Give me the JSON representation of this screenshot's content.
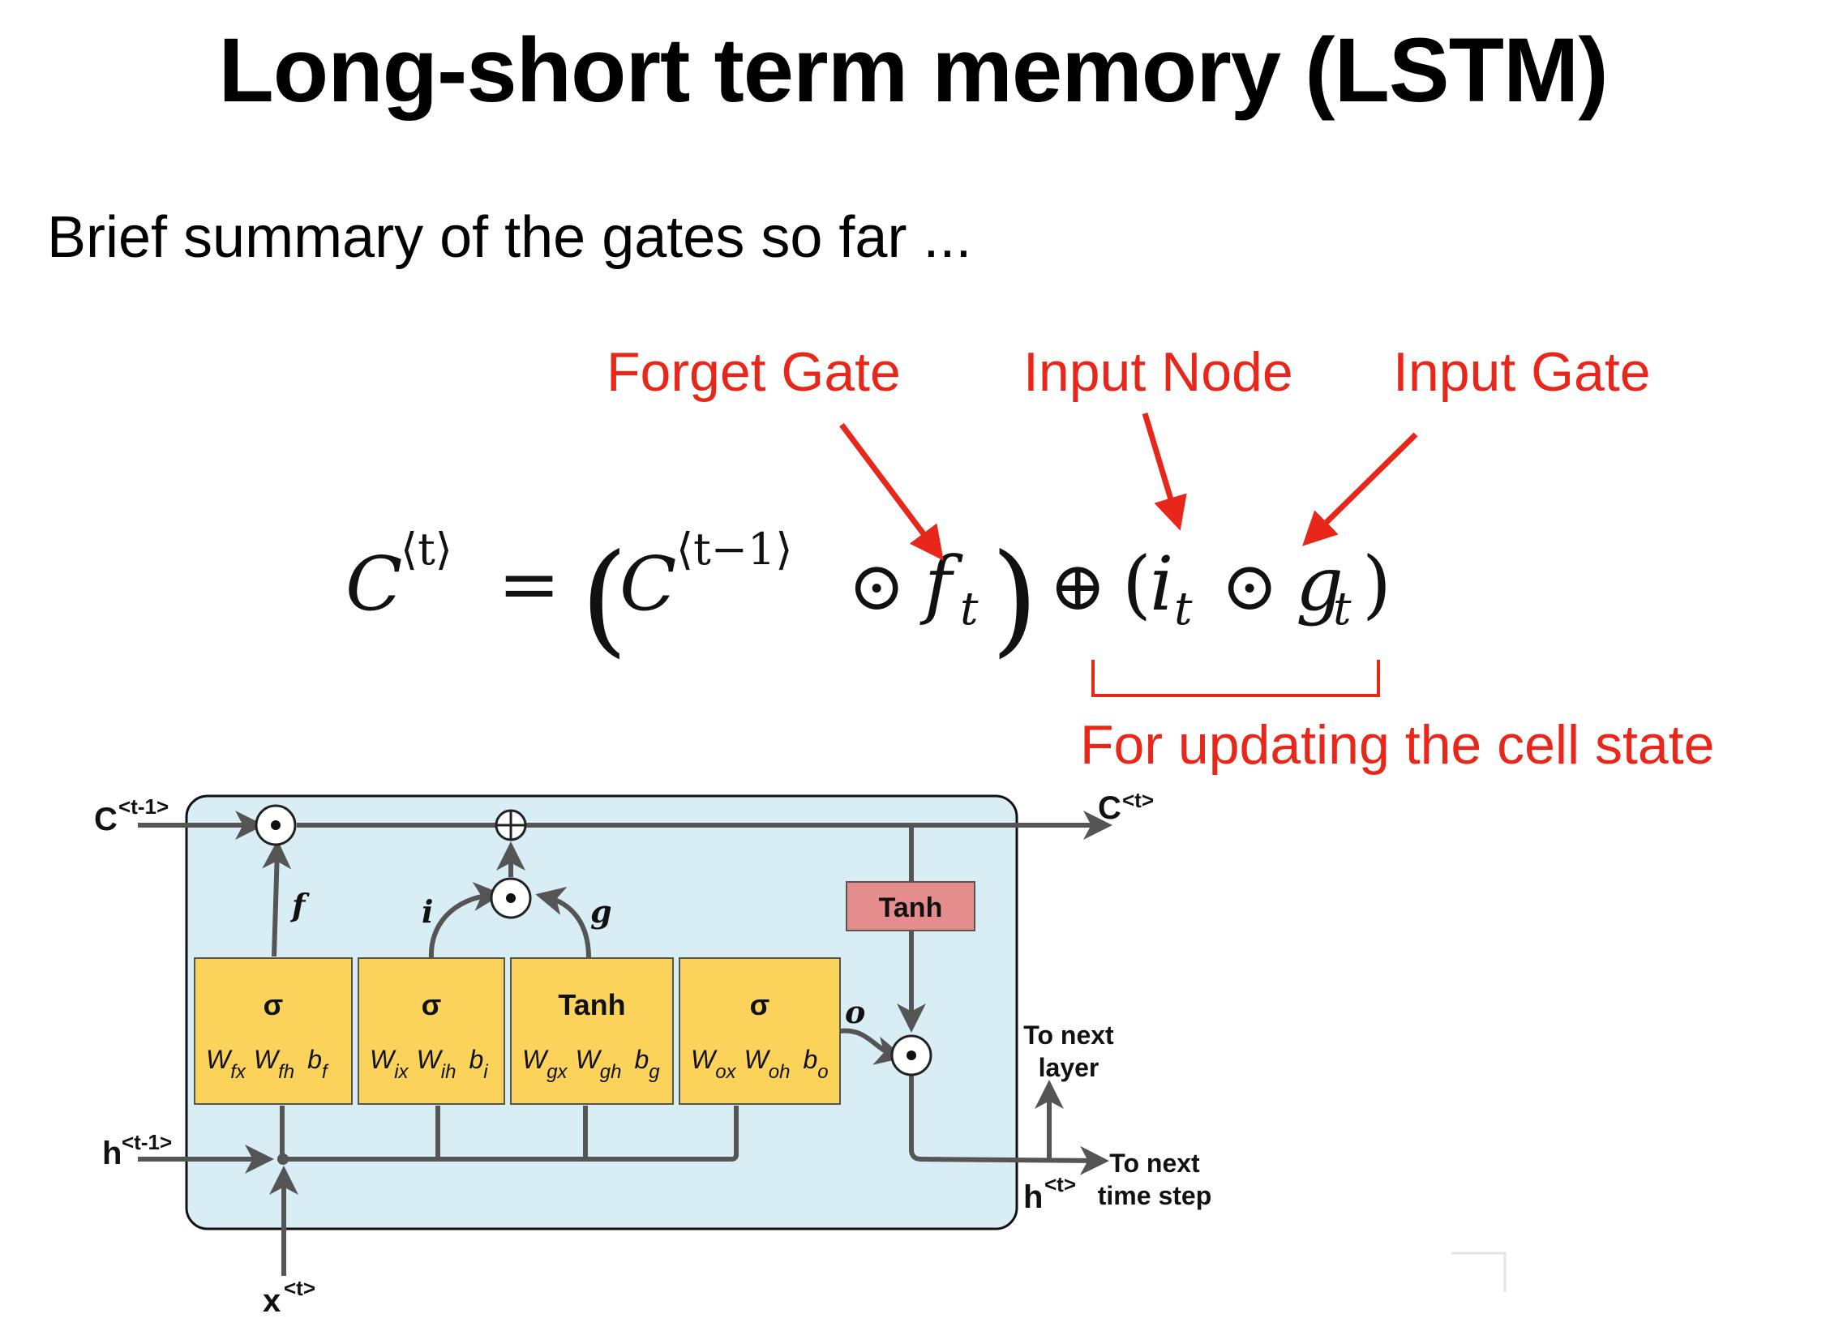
{
  "slide": {
    "title": "Long-short term memory (LSTM)",
    "subtitle": "Brief summary of the gates so far ...",
    "colors": {
      "annotation": "#e8271a",
      "cell_bg": "#d8eef4",
      "gate_box": "#fbd35b",
      "tanh_box": "#e58d8d",
      "line": "#555555"
    }
  },
  "annotations": {
    "forget_gate": "Forget Gate",
    "input_node": "Input Node",
    "input_gate": "Input Gate",
    "cell_update": "For updating the cell state"
  },
  "equation": {
    "lhs": "C",
    "lhs_sup": "⟨t⟩",
    "equals": "=",
    "open_paren": "(",
    "c_prev": "C",
    "c_prev_sup": "⟨t−1⟩",
    "odot1": "⊙",
    "f": "f",
    "f_sub": "t",
    "close_paren": ")",
    "oplus": "⊕",
    "paren2_open": "(",
    "i": "i",
    "i_sub": "t",
    "odot2": "⊙",
    "g": "g",
    "g_sub": "t",
    "paren2_close": ")"
  },
  "cell": {
    "c_in": "C",
    "c_in_sup": "<t-1>",
    "c_out": "C",
    "c_out_sup": "<t>",
    "h_in": "h",
    "h_in_sup": "<t-1>",
    "h_out": "h",
    "h_out_sup": "<t>",
    "x_in": "x",
    "x_in_sup": "<t>",
    "next_layer_1": "To next",
    "next_layer_2": "layer",
    "next_step_1": "To next",
    "next_step_2": "time step",
    "tanh_top": "Tanh",
    "f_label": "f",
    "i_label": "i",
    "g_label": "g",
    "o_label": "o",
    "mult_symbol": "•",
    "gates": [
      {
        "name": "σ",
        "w1": "W",
        "w1_sub": "fx",
        "w2": "W",
        "w2_sub": "fh",
        "b": "b",
        "b_sub": "f"
      },
      {
        "name": "σ",
        "w1": "W",
        "w1_sub": "ix",
        "w2": "W",
        "w2_sub": "ih",
        "b": "b",
        "b_sub": "i"
      },
      {
        "name": "Tanh",
        "w1": "W",
        "w1_sub": "gx",
        "w2": "W",
        "w2_sub": "gh",
        "b": "b",
        "b_sub": "g"
      },
      {
        "name": "σ",
        "w1": "W",
        "w1_sub": "ox",
        "w2": "W",
        "w2_sub": "oh",
        "b": "b",
        "b_sub": "o"
      }
    ]
  }
}
